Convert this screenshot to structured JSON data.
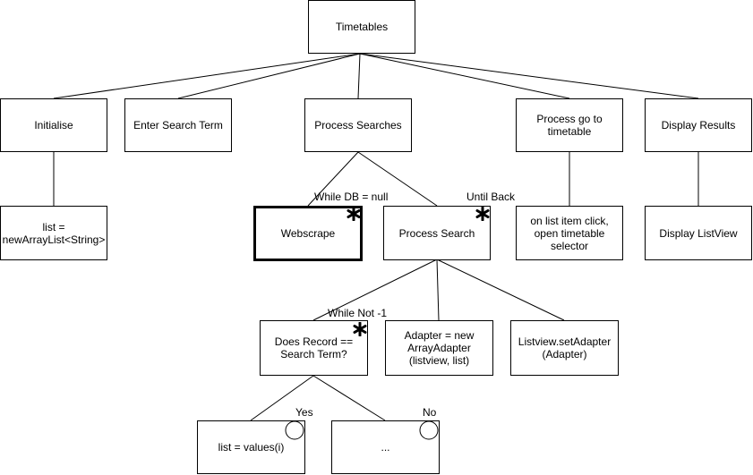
{
  "nodes": {
    "timetables": "Timetables",
    "initialise": "Initialise",
    "enter_search_term": "Enter Search Term",
    "process_searches": "Process Searches",
    "process_go_to_timetable": "Process go to timetable",
    "display_results": "Display Results",
    "list_init": "list = newArrayList<String>",
    "webscrape": "Webscrape",
    "process_search": "Process Search",
    "on_list_item_click": "on list item click, open timetable selector",
    "display_listview": "Display ListView",
    "does_record_equal": "Does Record == Search Term?",
    "adapter_new": "Adapter = new ArrayAdapter (listview, list)",
    "listview_set_adapter": "Listview.setAdapter (Adapter)",
    "list_values": "list = values(i)",
    "ellipsis": "..."
  },
  "conditions": {
    "while_db_null": "While DB = null",
    "until_back": "Until Back",
    "while_not_minus_one": "While Not -1",
    "yes": "Yes",
    "no": "No"
  },
  "markers": {
    "iteration": "iteration-star",
    "selection": "selection-circle"
  }
}
